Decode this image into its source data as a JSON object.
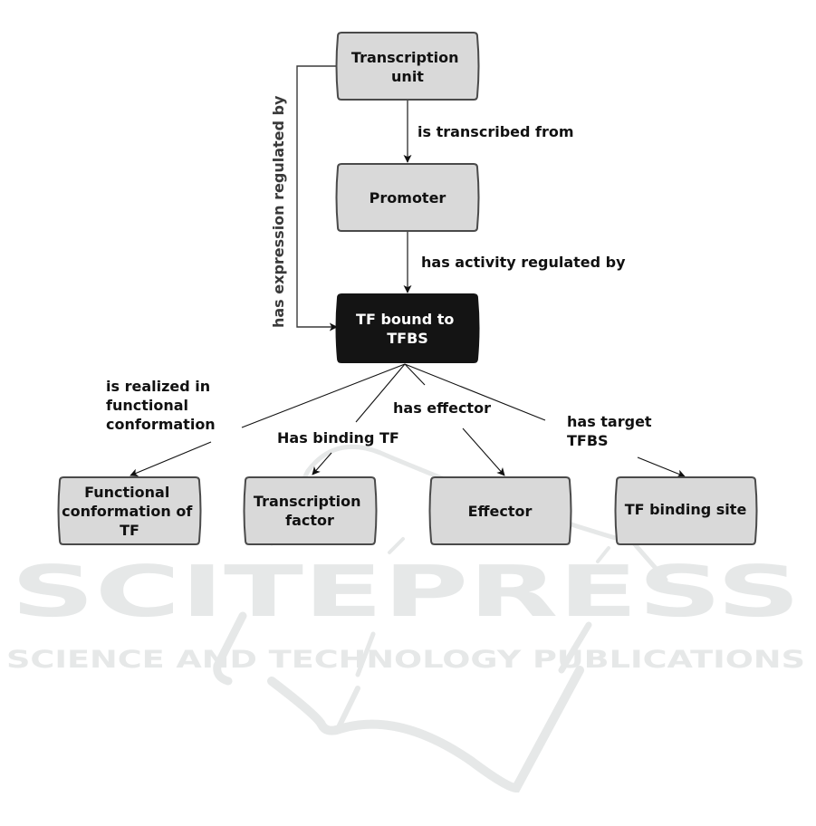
{
  "watermark": {
    "title": "SCITEPRESS",
    "subtitle": "SCIENCE AND TECHNOLOGY PUBLICATIONS",
    "color": "#e6e8e8"
  },
  "colors": {
    "node_fill": "#d9d9d9",
    "node_stroke": "#4a4a4a",
    "central_fill": "#141414",
    "text": "#111111"
  },
  "nodes": {
    "transcription_unit": {
      "lines": [
        "Transcription",
        "unit"
      ]
    },
    "promoter": {
      "lines": [
        "Promoter"
      ]
    },
    "tf_bound": {
      "lines": [
        "TF bound to",
        "TFBS"
      ]
    },
    "functional_conformation": {
      "lines": [
        "Functional",
        "conformation of",
        "TF"
      ]
    },
    "transcription_factor": {
      "lines": [
        "Transcription",
        "factor"
      ]
    },
    "effector": {
      "lines": [
        "Effector"
      ]
    },
    "tf_binding_site": {
      "lines": [
        "TF binding site"
      ]
    }
  },
  "edges": {
    "is_transcribed_from": {
      "lines": [
        "is transcribed from"
      ]
    },
    "has_activity_regulated_by": {
      "lines": [
        "has activity regulated by"
      ]
    },
    "has_expression_regulated_by": {
      "lines": [
        "has expression regulated by"
      ]
    },
    "is_realized_in": {
      "lines": [
        "is realized in",
        "functional",
        "conformation"
      ]
    },
    "has_binding_tf": {
      "lines": [
        "Has binding TF"
      ]
    },
    "has_effector": {
      "lines": [
        "has effector"
      ]
    },
    "has_target_tfbs": {
      "lines": [
        "has target",
        "TFBS"
      ]
    }
  }
}
